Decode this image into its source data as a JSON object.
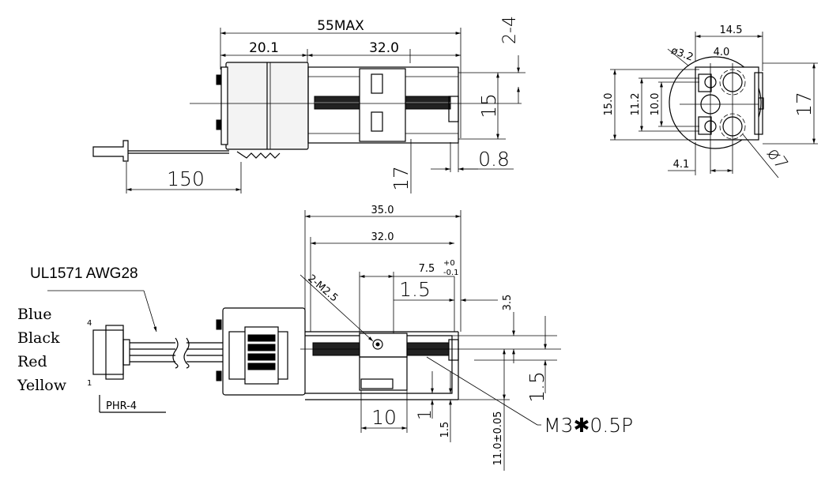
{
  "top_view": {
    "dim_overall": "55MAX",
    "dim_motor": "20.1",
    "dim_screw": "32.0",
    "dim_cable": "150",
    "dim_height": "15",
    "dim_gap": "2-4",
    "dim_offset": "0.8",
    "dim_17": "17"
  },
  "end_view": {
    "dim_width": "14.5",
    "dim_center": "4.0",
    "dim_hole": "ø3.2",
    "dim_h15": "15.0",
    "dim_h112": "11.2",
    "dim_h10": "10.0",
    "dim_h17": "17",
    "dim_left": "4.1",
    "dim_dia": "ø7"
  },
  "side_view": {
    "cable_spec": "UL1571 AWG28",
    "wires": [
      "Blue",
      "Black",
      "Red",
      "Yellow"
    ],
    "pin_top": "4",
    "pin_bottom": "1",
    "connector": "PHR-4",
    "dim_35": "35.0",
    "dim_32": "32.0",
    "dim_75": "7.5",
    "dim_75_tol_up": "+0",
    "dim_75_tol_dn": "-0.1",
    "dim_15a": "1.5",
    "dim_35b": "3.5",
    "mount_holes": "2-M2.5",
    "dim_15b": "1.5",
    "dim_10": "10",
    "dim_1": "1",
    "dim_15c": "1.5",
    "dim_11": "11.0±0.05",
    "screw_spec": "M3✱0.5P"
  }
}
